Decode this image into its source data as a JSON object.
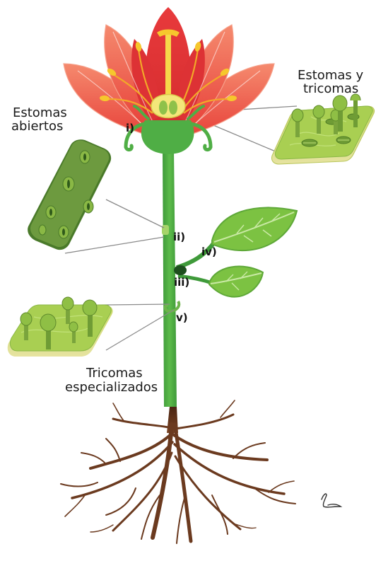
{
  "labels": {
    "stomata_trichomes_line1": "Estomas y",
    "stomata_trichomes_line2": "tricomas",
    "open_stomata_line1": "Estomas",
    "open_stomata_line2": "abiertos",
    "specialized_trichomes_line1": "Tricomas",
    "specialized_trichomes_line2": "especializados"
  },
  "markers": {
    "i": "i)",
    "ii": "ii)",
    "iii": "iii)",
    "iv": "iv)",
    "v": "v)"
  },
  "colors": {
    "petal_outer": "#f26b52",
    "petal_inner": "#e33a3a",
    "receptacle": "#4fae45",
    "stem": "#4fae45",
    "stem_dark": "#2f7d2f",
    "leaf": "#7cc242",
    "leaf_vein": "#bfe39a",
    "root": "#6b3a1f",
    "root_top": "#5a2b14",
    "stamen": "#f6c72d",
    "ovary": "#f4e77a",
    "tissue_base": "#dbe49a",
    "tissue_top": "#a9cf52",
    "tissue_dark": "#628a2c"
  },
  "icons": {
    "signature": "signature-mark-icon"
  }
}
